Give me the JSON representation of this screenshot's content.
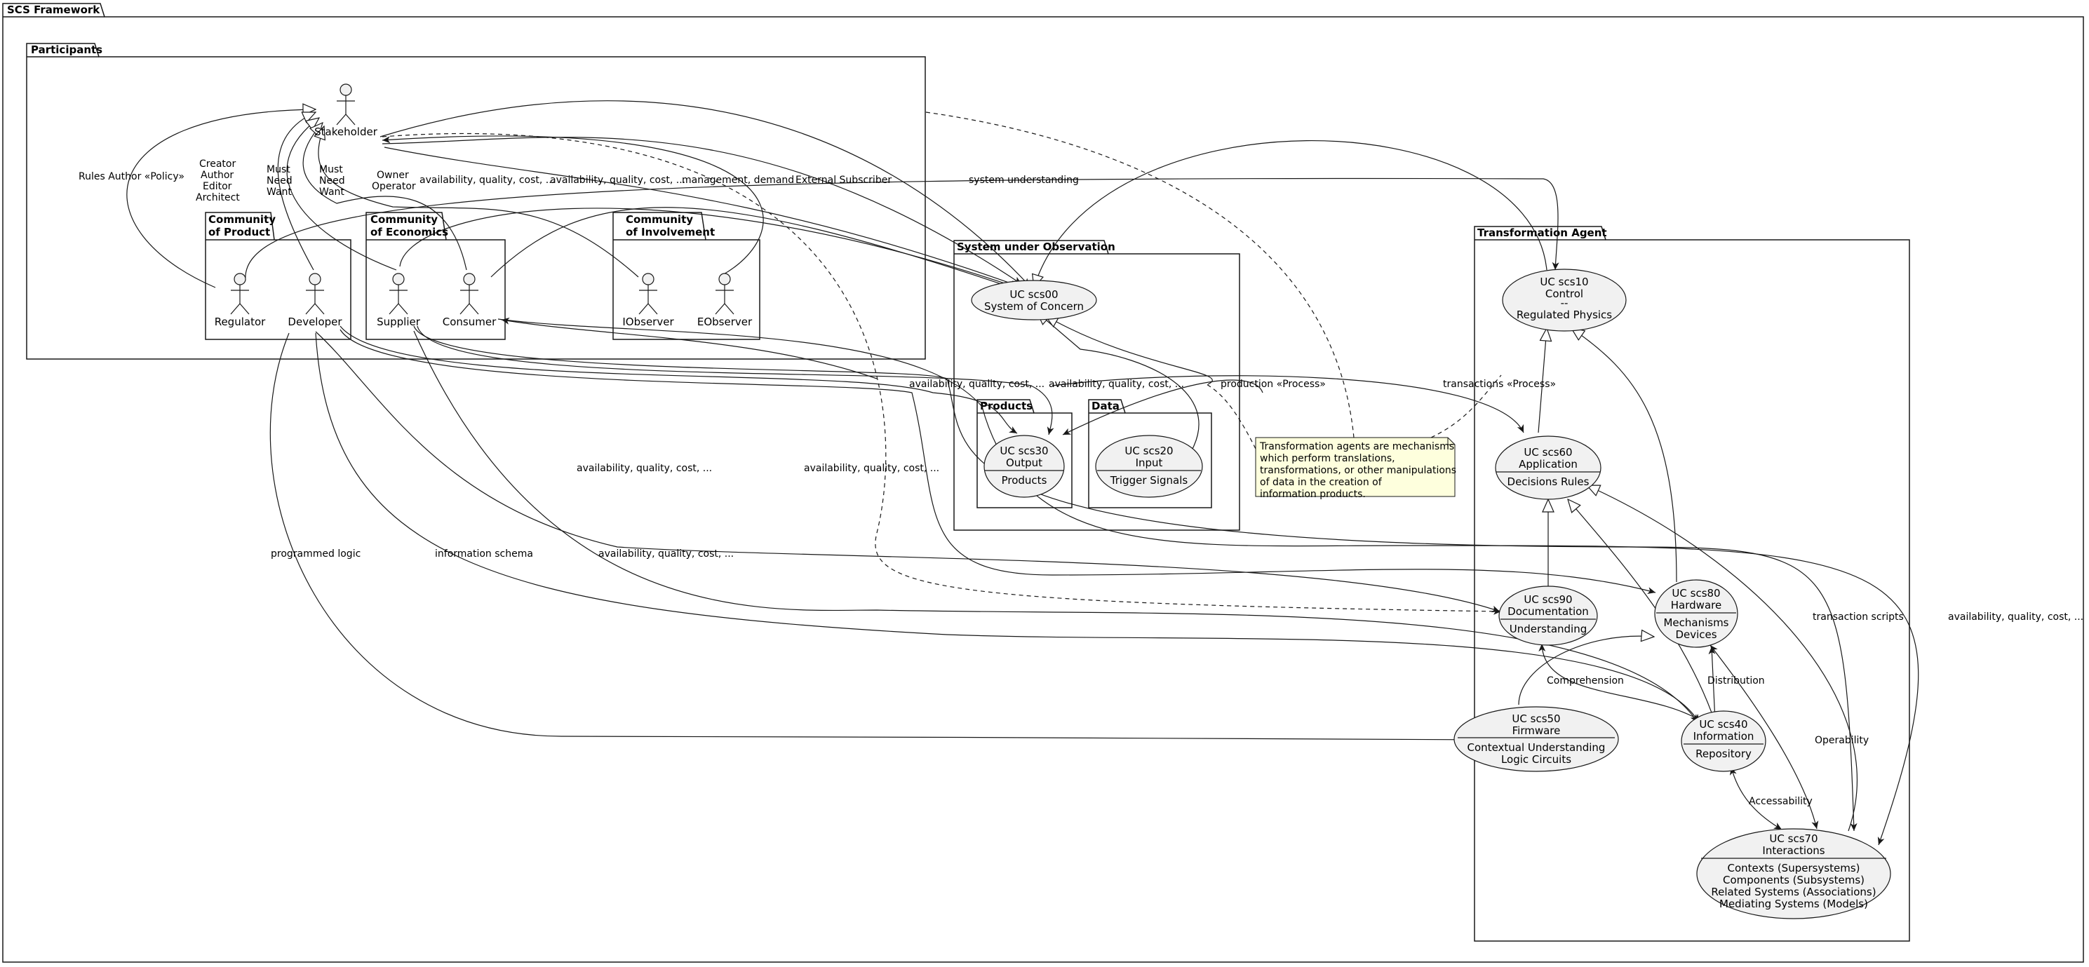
{
  "packages": {
    "framework": "SCS Framework",
    "participants": "Participants",
    "product": [
      "Community",
      "of Product"
    ],
    "economics": [
      "Community",
      "of Economics"
    ],
    "involvement": [
      "Community",
      "of Involvement"
    ],
    "sou": "System under Observation",
    "products": "Products",
    "data": "Data",
    "agent": "Transformation Agent"
  },
  "actors": {
    "stakeholder": "Stakeholder",
    "regulator": "Regulator",
    "developer": "Developer",
    "supplier": "Supplier",
    "consumer": "Consumer",
    "iobserver": "IObserver",
    "eobserver": "EObserver"
  },
  "usecases": {
    "scs00": [
      "UC scs00",
      "System of Concern"
    ],
    "scs30": [
      "UC scs30",
      "Output",
      "Products"
    ],
    "scs20": [
      "UC scs20",
      "Input",
      "Trigger Signals"
    ],
    "scs10": [
      "UC scs10",
      "Control",
      "--",
      "Regulated Physics"
    ],
    "scs60": [
      "UC scs60",
      "Application",
      "Decisions Rules"
    ],
    "scs90": [
      "UC scs90",
      "Documentation",
      "Understanding"
    ],
    "scs80": [
      "UC scs80",
      "Hardware",
      "Mechanisms",
      "Devices"
    ],
    "scs50": [
      "UC scs50",
      "Firmware",
      "Contextual Understanding",
      "Logic Circuits"
    ],
    "scs40": [
      "UC scs40",
      "Information",
      "Repository"
    ],
    "scs70": [
      "UC scs70",
      "Interactions",
      "Contexts (Supersystems)",
      "Components (Subsystems)",
      "Related Systems (Associations)",
      "Mediating Systems (Models)"
    ]
  },
  "note": [
    "Transformation agents are mechanisms",
    " which perform translations,",
    "transformations, or other manipulations",
    " of data in the creation of",
    " information products."
  ],
  "labels": {
    "rules_author": "Rules Author «Policy»",
    "creator": [
      "Creator",
      "Author",
      "Editor",
      "Architect"
    ],
    "must_need_want_1": [
      "Must",
      "Need",
      "Want"
    ],
    "must_need_want_2": [
      "Must",
      "Need",
      "Want"
    ],
    "owner_operator": [
      "Owner",
      "Operator"
    ],
    "aqc_1": "availability, quality, cost, ...",
    "aqc_2": "availability, quality, cost, ...",
    "management_demand": "management, demand",
    "external_subscriber": "External Subscriber",
    "system_understanding": "system understanding",
    "aqc_3": "availability, quality, cost, ...",
    "aqc_4": "availability, quality, cost, ...",
    "production_process": "production «Process»",
    "transactions_process": "transactions «Process»",
    "aqc_5": "availability, quality, cost, ...",
    "aqc_6": "availability, quality, cost, ...",
    "programmed_logic": "programmed logic",
    "information_schema": "information schema",
    "aqc_7": "availability, quality, cost, ...",
    "transaction_scripts": "transaction scripts",
    "aqc_8": "availability, quality, cost, ...",
    "comprehension": "Comprehension",
    "distribution": "Distribution",
    "operability": "Operability",
    "accessability": "Accessability"
  }
}
